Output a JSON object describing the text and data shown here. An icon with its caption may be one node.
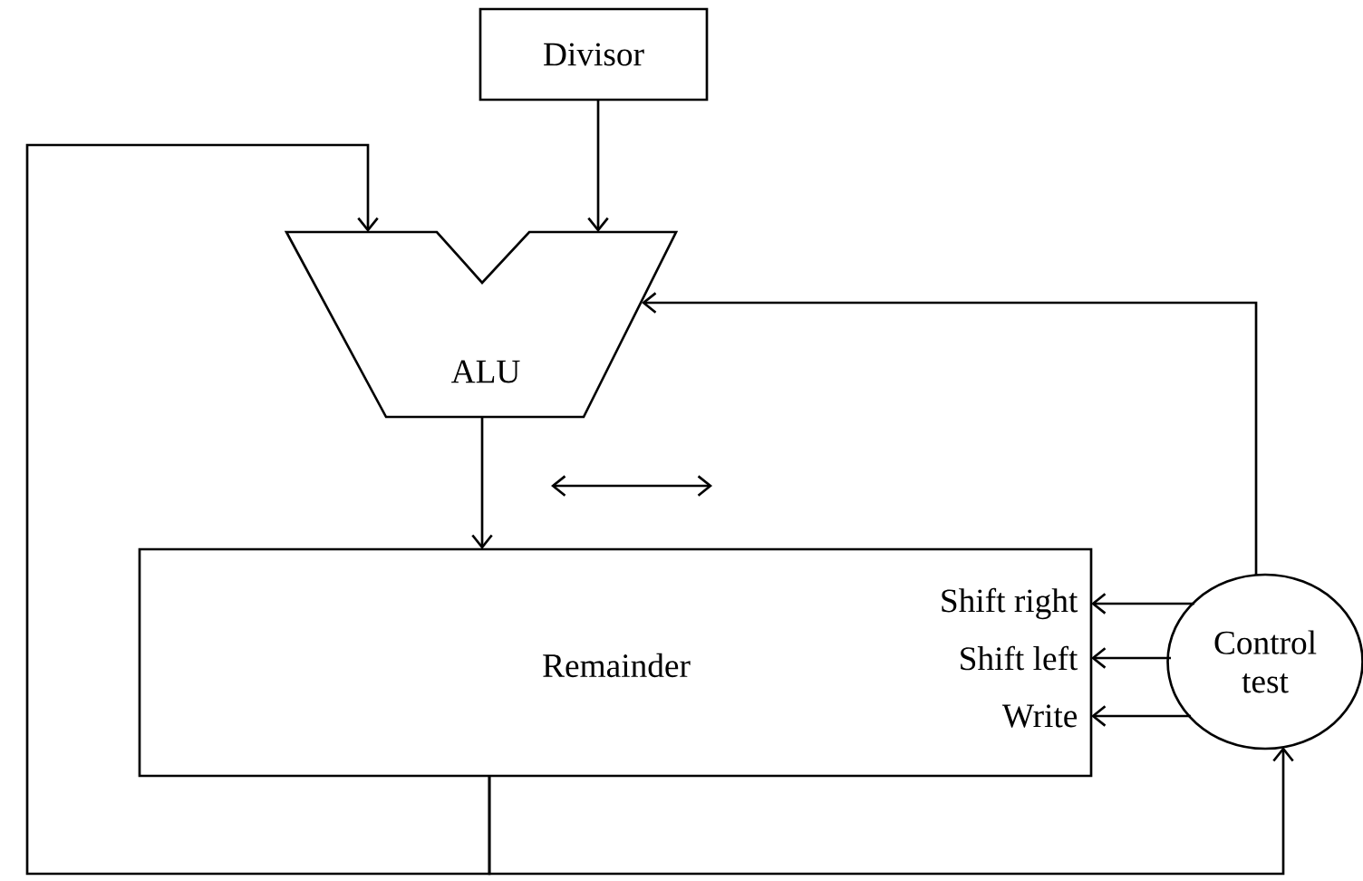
{
  "diagram": {
    "nodes": [
      {
        "text": [
          "Divisor"
        ]
      },
      {
        "text": [
          "ALU"
        ]
      },
      {
        "text": [
          "Remainder",
          "Shift right",
          "Shift left",
          "Write"
        ]
      },
      {
        "text": [
          "Control test"
        ]
      }
    ],
    "edges": [
      {
        "from": 0,
        "to": 1,
        "arrow": "to"
      },
      {
        "from": 2,
        "to": 1,
        "arrow": "to"
      },
      {
        "from": 2,
        "to": 3,
        "arrow": "to"
      },
      {
        "from": 3,
        "to": 1,
        "arrow": "to"
      },
      {
        "from": 1,
        "to": 2,
        "arrow": "to"
      },
      {
        "from": 3,
        "to": 2,
        "arrow": "to"
      },
      {
        "from": 3,
        "to": 2,
        "arrow": "to"
      },
      {
        "from": 3,
        "to": 2,
        "arrow": "to"
      }
    ]
  }
}
